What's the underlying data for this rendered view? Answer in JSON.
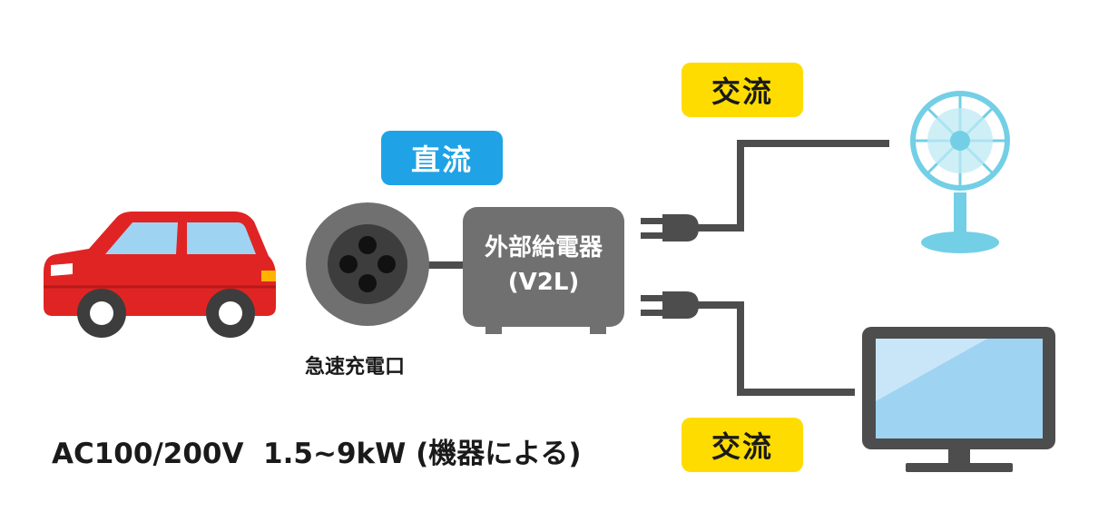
{
  "badges": {
    "dc": "直流",
    "ac_top": "交流",
    "ac_bottom": "交流"
  },
  "charger": {
    "line1": "外部給電器",
    "line2": "(V2L)"
  },
  "port_label": "急速充電口",
  "spec_text": "AC100/200V  1.5~9kW (機器による)",
  "icons": [
    "car-icon",
    "charging-port-icon",
    "plug-icon",
    "fan-icon",
    "monitor-icon"
  ],
  "colors": {
    "car_red": "#e02424",
    "dc_blue": "#1fa3e6",
    "ac_yellow": "#ffdc00",
    "device_gray": "#707070",
    "cable_gray": "#4d4d4d",
    "fan_blue": "#72cfe6",
    "screen_blue": "#9fd3f2"
  }
}
